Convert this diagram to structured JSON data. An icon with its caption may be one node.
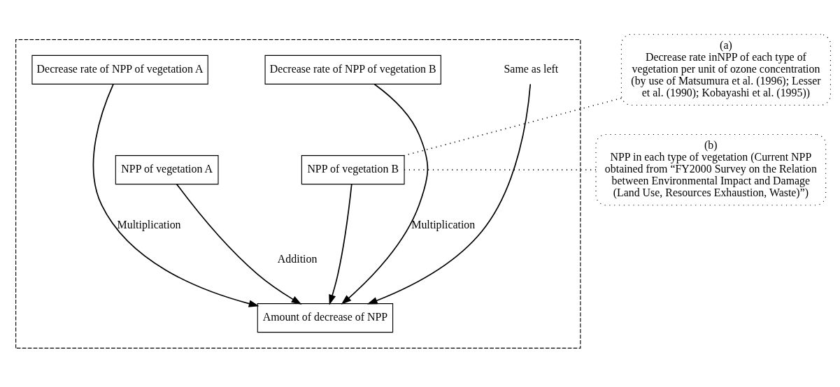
{
  "diagram": {
    "nodes": [
      {
        "text": [],
        "shape": "box"
      },
      {
        "text": [
          "Decrease rate of NPP of vegetation A"
        ],
        "in": 0
      },
      {
        "text": [
          "Decrease rate of NPP of vegetation B"
        ],
        "in": 0
      },
      {
        "text": [
          "Same as left"
        ],
        "in": 0
      },
      {
        "text": [
          "NPP of vegetation A"
        ],
        "in": 0
      },
      {
        "text": [
          "NPP of vegetation B"
        ],
        "in": 0
      },
      {
        "text": [
          "Amount of decrease of NPP"
        ],
        "in": 0
      },
      {
        "text": [
          "(a)",
          "Decrease rate inNPP of each type of vegetation per unit of ozone concentration (by use of Matsumura et al. (1996); Lesser et al. (1990); Kobayashi et al. (1995))"
        ]
      },
      {
        "text": [
          "(b)",
          "NPP in each type of vegetation (Current NPP obtained from “FY2000 Survey on the Relation between Environmental Impact and Damage (Land Use, Resources Exhaustion, Waste)”)"
        ]
      }
    ],
    "edges": [
      {
        "from": 1,
        "to": 6,
        "arrow": "to",
        "label": "Multiplication"
      },
      {
        "from": 4,
        "to": 6,
        "arrow": "to"
      },
      {
        "from": 2,
        "to": 6,
        "arrow": "to",
        "label": "Multiplication"
      },
      {
        "from": 5,
        "to": 6,
        "arrow": "to"
      },
      {
        "from": 3,
        "to": 6,
        "arrow": "to"
      },
      {
        "from": 7,
        "to": 5,
        "arrow": "none",
        "style": "dashed"
      },
      {
        "from": 8,
        "to": 5,
        "arrow": "none",
        "style": "dashed"
      }
    ],
    "labels": [
      "Addition"
    ]
  }
}
